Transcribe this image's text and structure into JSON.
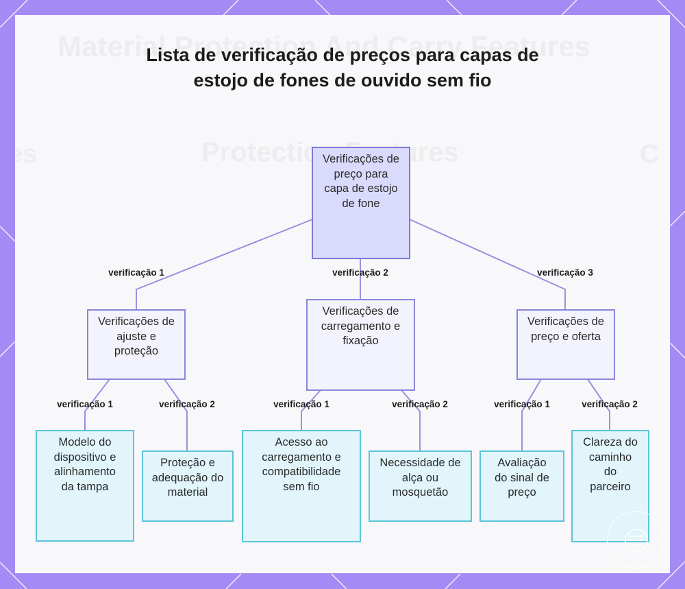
{
  "title": "Lista de verificação de preços para capas de estojo de fones de ouvido sem fio",
  "background_text": {
    "line1": "Material Protection And Carry Features",
    "line2_left": "es",
    "line2_mid": "Protection Features",
    "line2_right": "C"
  },
  "nodes": {
    "root": "Verificações de preço para capa de estojo de fone",
    "mid_left": "Verificações de ajuste e proteção",
    "mid_center": "Verificações de carregamento e fixação",
    "mid_right": "Verificações de preço e oferta",
    "leaf_1": "Modelo do dispositivo e alinhamento da tampa",
    "leaf_2": "Proteção e adequação do material",
    "leaf_3": "Acesso ao carregamento e compatibilidade sem fio",
    "leaf_4": "Necessidade de alça ou mosquetão",
    "leaf_5": "Avaliação do sinal de preço",
    "leaf_6": "Clareza do caminho do parceiro"
  },
  "edge_labels": {
    "root_to_left": "verificação 1",
    "root_to_center": "verificação 2",
    "root_to_right": "verificação 3",
    "left_to_leaf1": "verificação 1",
    "left_to_leaf2": "verificação 2",
    "center_to_leaf3": "verificação 1",
    "center_to_leaf4": "verificação 2",
    "right_to_leaf5": "verificação 1",
    "right_to_leaf6": "verificação 2"
  },
  "colors": {
    "frame": "#a48af4",
    "panel": "#f8f8fa",
    "root_fill": "#d9dafc",
    "root_border": "#7b78d6",
    "mid_fill": "#f3f3fd",
    "mid_border": "#8a87da",
    "leaf_fill": "#e1f5fb",
    "leaf_border": "#5bc4da",
    "connector": "#9b8fe0"
  },
  "badge_icon": "logo-badge-icon"
}
